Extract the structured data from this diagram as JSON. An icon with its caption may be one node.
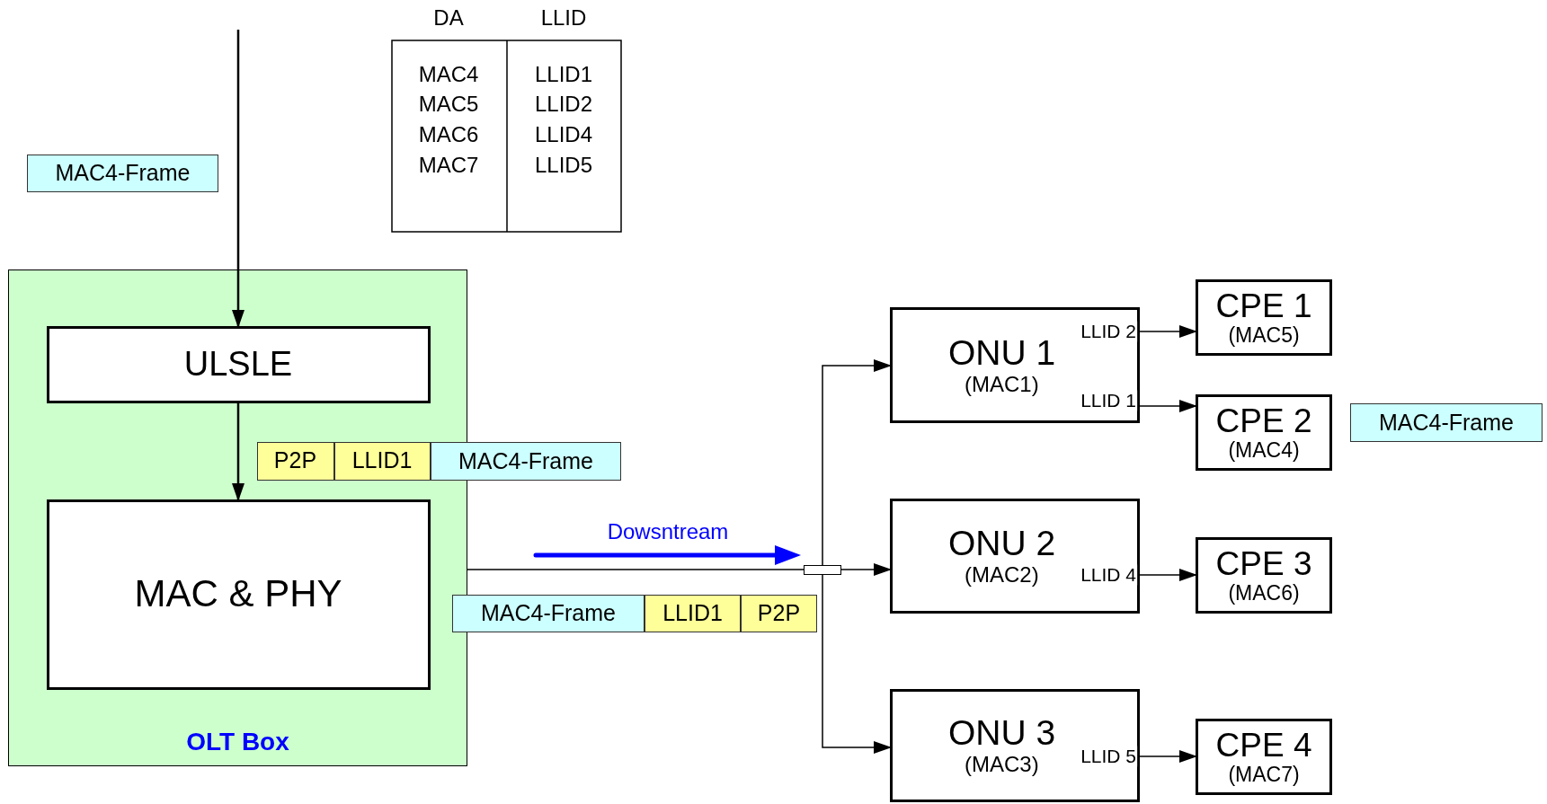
{
  "diagram": {
    "nodes": [
      {
        "text": [
          "OLT Box"
        ]
      },
      {
        "text": [
          "ULSLE"
        ],
        "in": 0
      },
      {
        "text": [
          "MAC & PHY"
        ],
        "in": 0
      },
      {
        "text": [
          "MAC4-Frame"
        ]
      },
      {
        "text": [
          "P2P"
        ],
        "in": 0
      },
      {
        "text": [
          "LLID1"
        ],
        "in": 0
      },
      {
        "text": [
          "MAC4-Frame"
        ]
      },
      {
        "text": [],
        "shape": "box"
      },
      {
        "text": [
          "MAC4-Frame"
        ]
      },
      {
        "text": [
          "LLID1"
        ]
      },
      {
        "text": [
          "P2P"
        ]
      },
      {
        "text": [
          "ONU 1",
          "(MAC1)"
        ]
      },
      {
        "text": [
          "CPE 1",
          "(MAC5)"
        ]
      },
      {
        "text": [
          "CPE 2",
          "(MAC4)"
        ]
      },
      {
        "text": [
          "MAC4-Frame"
        ]
      },
      {
        "text": [
          "ONU 2",
          "(MAC2)"
        ]
      },
      {
        "text": [
          "CPE 3",
          "(MAC6)"
        ]
      },
      {
        "text": [
          "ONU 3",
          "(MAC3)"
        ]
      },
      {
        "text": [
          "CPE 4",
          "(MAC7)"
        ]
      }
    ],
    "edges": [
      {
        "from": null,
        "to": 1,
        "arrow": "to"
      },
      {
        "from": 1,
        "to": 2,
        "arrow": "to"
      },
      {
        "from": 0,
        "to": 7,
        "arrow": "none"
      },
      {
        "from": 7,
        "to": 11,
        "arrow": "to"
      },
      {
        "from": 7,
        "to": 15,
        "arrow": "to"
      },
      {
        "from": 7,
        "to": 17,
        "arrow": "to"
      },
      {
        "from": 11,
        "to": 12,
        "arrow": "to",
        "label": "LLID 2"
      },
      {
        "from": 11,
        "to": 13,
        "arrow": "to",
        "label": "LLID 1"
      },
      {
        "from": 15,
        "to": 16,
        "arrow": "to",
        "label": "LLID 4"
      },
      {
        "from": 17,
        "to": 18,
        "arrow": "to",
        "label": "LLID 5"
      }
    ],
    "labels": [
      "DA",
      "LLID",
      "MAC4",
      "LLID1",
      "MAC5",
      "LLID2",
      "MAC6",
      "LLID4",
      "MAC7",
      "LLID5",
      "Dowsntream"
    ]
  }
}
